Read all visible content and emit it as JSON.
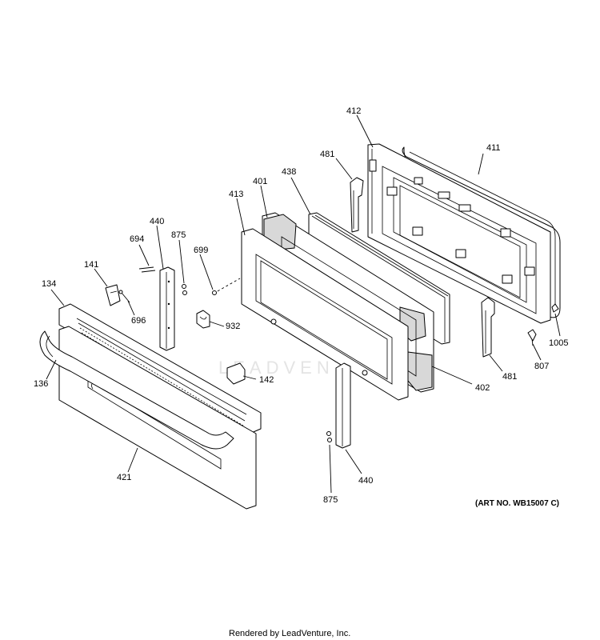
{
  "callouts": [
    {
      "id": "p412",
      "text": "412"
    },
    {
      "id": "p411",
      "text": "411"
    },
    {
      "id": "p481a",
      "text": "481"
    },
    {
      "id": "p438",
      "text": "438"
    },
    {
      "id": "p401",
      "text": "401"
    },
    {
      "id": "p413",
      "text": "413"
    },
    {
      "id": "p440a",
      "text": "440"
    },
    {
      "id": "p875a",
      "text": "875"
    },
    {
      "id": "p694",
      "text": "694"
    },
    {
      "id": "p699",
      "text": "699"
    },
    {
      "id": "p141",
      "text": "141"
    },
    {
      "id": "p134",
      "text": "134"
    },
    {
      "id": "p696",
      "text": "696"
    },
    {
      "id": "p932",
      "text": "932"
    },
    {
      "id": "p1005",
      "text": "1005"
    },
    {
      "id": "p807",
      "text": "807"
    },
    {
      "id": "p481b",
      "text": "481"
    },
    {
      "id": "p142",
      "text": "142"
    },
    {
      "id": "p136",
      "text": "136"
    },
    {
      "id": "p402",
      "text": "402"
    },
    {
      "id": "p421",
      "text": "421"
    },
    {
      "id": "p440b",
      "text": "440"
    },
    {
      "id": "p875b",
      "text": "875"
    }
  ],
  "art_number": "(ART NO. WB15007 C)",
  "watermark": "LEADVENTURE",
  "footer": "Rendered by LeadVenture, Inc."
}
